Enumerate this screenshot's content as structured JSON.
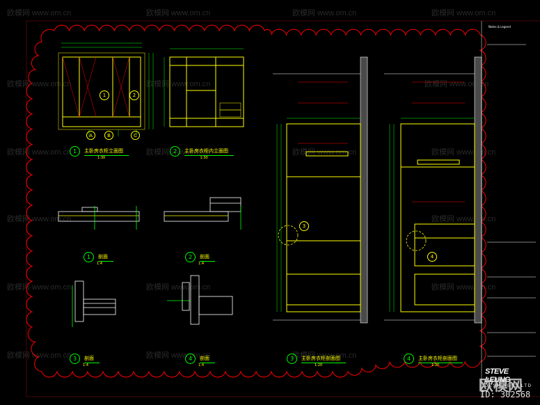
{
  "drawing": {
    "frame_color": "#ff0000",
    "cloud_color": "#ff0000",
    "line_color": "#ffff00",
    "dim_color": "#00ff00",
    "detail_color": "#ffffff",
    "aux_color": "#ff0000"
  },
  "views": [
    {
      "id": "v1",
      "title": "主卧房衣柜立面图",
      "scale": "1:30",
      "num": "1"
    },
    {
      "id": "v2",
      "title": "主卧房衣柜内立面图",
      "scale": "1:30",
      "num": "2"
    },
    {
      "id": "v3",
      "title": "剖面",
      "scale": "1:4",
      "num": "1"
    },
    {
      "id": "v4",
      "title": "剖面",
      "scale": "1:4",
      "num": "2"
    },
    {
      "id": "v5",
      "title": "剖面",
      "scale": "1:4",
      "num": "3"
    },
    {
      "id": "v6",
      "title": "剖面",
      "scale": "1:4",
      "num": "4"
    },
    {
      "id": "v7",
      "title": "主卧房衣柜剖面图",
      "scale": "1:20",
      "num": "3"
    },
    {
      "id": "v8",
      "title": "主卧房衣柜剖面图",
      "scale": "1:20",
      "num": "4"
    }
  ],
  "grid_tags": [
    "A",
    "B",
    "C"
  ],
  "callouts": [
    "1",
    "2",
    "3",
    "4"
  ],
  "title_block": {
    "brand_name": "STEVE LEUNG",
    "brand_sub": "DESIGNERS LTD",
    "header": "Notes & Legend"
  },
  "watermark": {
    "text": "欧模网 www.om.cn",
    "logo": "欧模网",
    "id_text": "ID: 302568"
  }
}
